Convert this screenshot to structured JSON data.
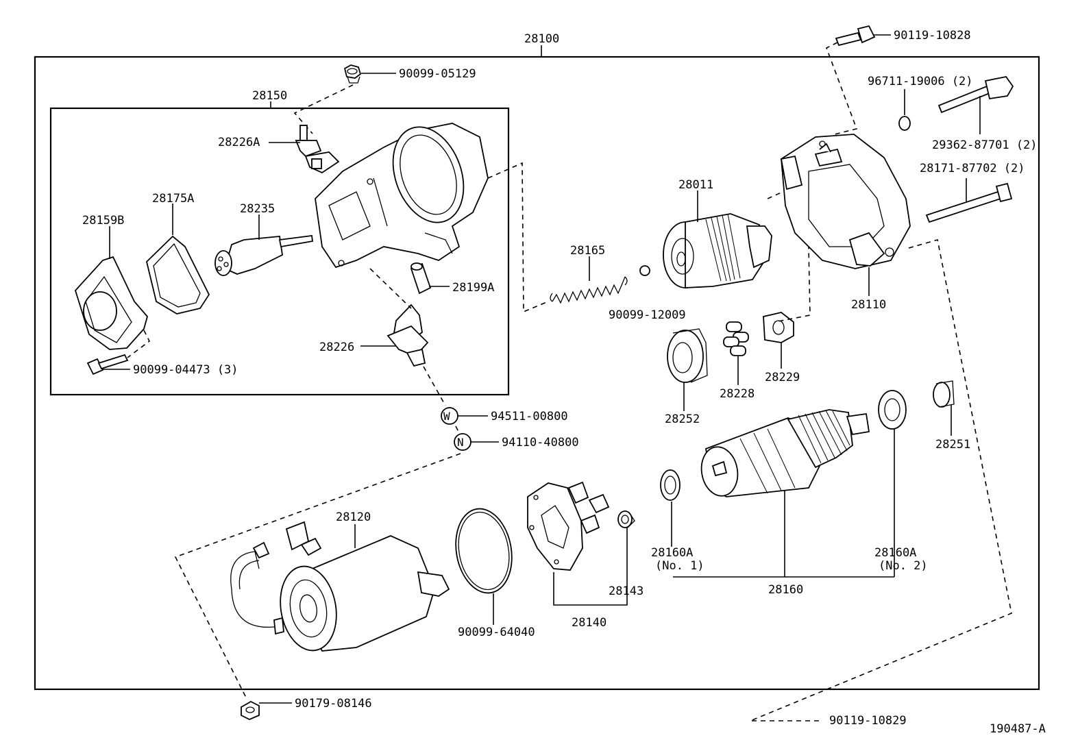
{
  "figure_id": "190487-A",
  "labels": {
    "p28100": "28100",
    "p28150": "28150",
    "p90099_05129": "90099-05129",
    "p90119_10828": "90119-10828",
    "p96711_19006": "96711-19006 (2)",
    "p29362_87701": "29362-87701 (2)",
    "p28171_87702": "28171-87702 (2)",
    "p28226A": "28226A",
    "p28175A": "28175A",
    "p28159B": "28159B",
    "p28235": "28235",
    "p28199A": "28199A",
    "p28226": "28226",
    "p90099_04473": "90099-04473 (3)",
    "p28011": "28011",
    "p28165": "28165",
    "p90099_12009": "90099-12009",
    "p28110": "28110",
    "p28252": "28252",
    "p28228": "28228",
    "p28229": "28229",
    "p28251": "28251",
    "p94511_00800": "94511-00800",
    "p94110_40800": "94110-40800",
    "p28120": "28120",
    "p90099_64040": "90099-64040",
    "p28140": "28140",
    "p28143": "28143",
    "p28160A_1": "28160A",
    "p28160A_1_sub": "(No. 1)",
    "p28160A_2": "28160A",
    "p28160A_2_sub": "(No. 2)",
    "p28160": "28160",
    "p90179_08146": "90179-08146",
    "p90119_10829": "90119-10829"
  },
  "symbols": {
    "washer_symbol": "W",
    "nut_symbol": "N"
  }
}
